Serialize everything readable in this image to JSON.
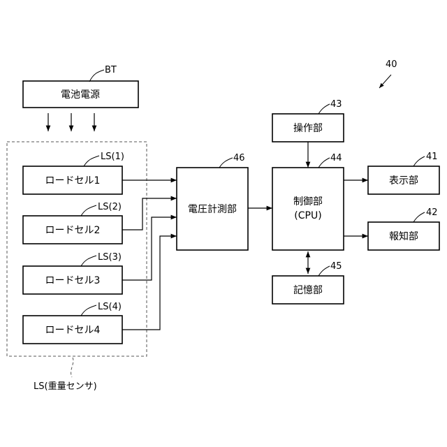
{
  "figure_number": "40",
  "battery": {
    "ref": "BT",
    "label": "電池電源"
  },
  "load_cells": [
    {
      "ref": "LS(1)",
      "label": "ロードセル1"
    },
    {
      "ref": "LS(2)",
      "label": "ロードセル2"
    },
    {
      "ref": "LS(3)",
      "label": "ロードセル3"
    },
    {
      "ref": "LS(4)",
      "label": "ロードセル4"
    }
  ],
  "load_sensor_group": {
    "ref": "LS(重量センサ)"
  },
  "voltage_meter": {
    "ref": "46",
    "label": "電圧計測部"
  },
  "controller": {
    "ref": "44",
    "label": "制御部",
    "sublabel": "(CPU)"
  },
  "operation_unit": {
    "ref": "43",
    "label": "操作部"
  },
  "storage_unit": {
    "ref": "45",
    "label": "記憶部"
  },
  "display_unit": {
    "ref": "41",
    "label": "表示部"
  },
  "notify_unit": {
    "ref": "42",
    "label": "報知部"
  }
}
